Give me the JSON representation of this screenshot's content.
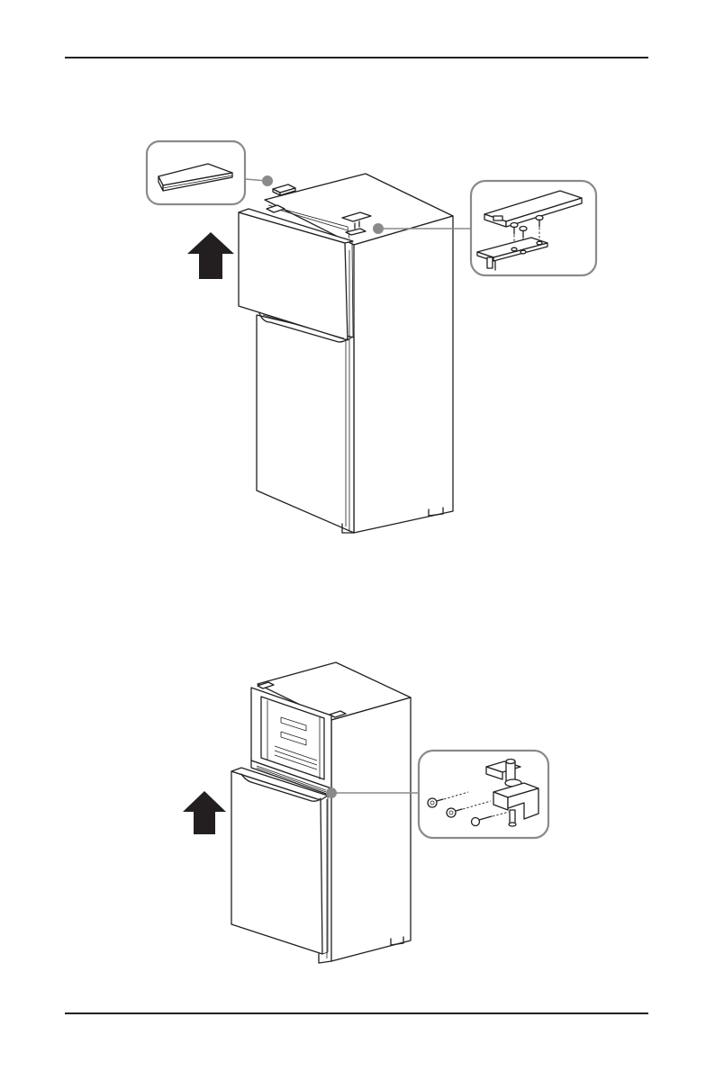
{
  "page": {
    "header_rule": true,
    "footer_rule": true
  },
  "figures": [
    {
      "id": "top-door-removal",
      "icons": [
        "up-arrow-icon",
        "hinge-cover-detail",
        "top-hinge-detail"
      ]
    },
    {
      "id": "bottom-door-removal",
      "icons": [
        "up-arrow-icon",
        "middle-hinge-detail"
      ]
    }
  ],
  "colors": {
    "line": "#231f20",
    "callout": "#8a8a8a",
    "background": "#ffffff"
  }
}
